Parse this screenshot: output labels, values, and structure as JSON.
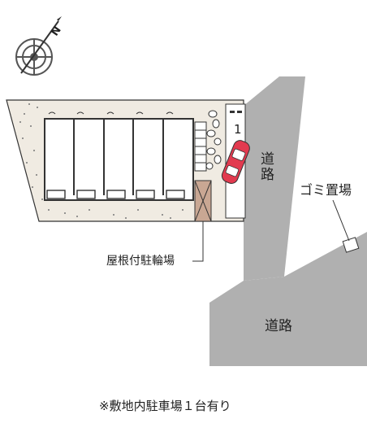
{
  "labels": {
    "road_vertical": "道路",
    "road_bottom": "道路",
    "garbage": "ゴミ置場",
    "bicycle": "屋根付駐輪場",
    "space_number": "1",
    "footer": "※敷地内駐車場１台有り"
  },
  "compass": {
    "label": "N"
  },
  "colors": {
    "road": "#b0b0b0",
    "lot": "#f0ebe2",
    "building": "#ffffff",
    "stroke": "#333333",
    "bicycle": "#c9a793",
    "car": "#e23a4f"
  }
}
